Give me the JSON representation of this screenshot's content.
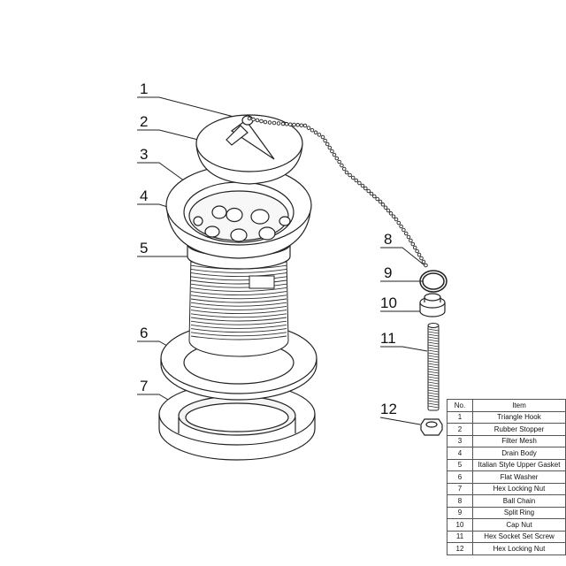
{
  "callouts": [
    "1",
    "2",
    "3",
    "4",
    "5",
    "6",
    "7",
    "8",
    "9",
    "10",
    "11",
    "12"
  ],
  "table": {
    "headers": {
      "no": "No.",
      "item": "Item"
    },
    "rows": [
      {
        "no": "1",
        "item": "Triangle Hook"
      },
      {
        "no": "2",
        "item": "Rubber Stopper"
      },
      {
        "no": "3",
        "item": "Filter Mesh"
      },
      {
        "no": "4",
        "item": "Drain Body"
      },
      {
        "no": "5",
        "item": "Italian Style Upper Gasket"
      },
      {
        "no": "6",
        "item": "Flat Washer"
      },
      {
        "no": "7",
        "item": "Hex Locking Nut"
      },
      {
        "no": "8",
        "item": "Ball Chain"
      },
      {
        "no": "9",
        "item": "Split Ring"
      },
      {
        "no": "10",
        "item": "Cap Nut"
      },
      {
        "no": "11",
        "item": "Hex Socket Set Screw"
      },
      {
        "no": "12",
        "item": "Hex Locking Nut"
      }
    ]
  }
}
